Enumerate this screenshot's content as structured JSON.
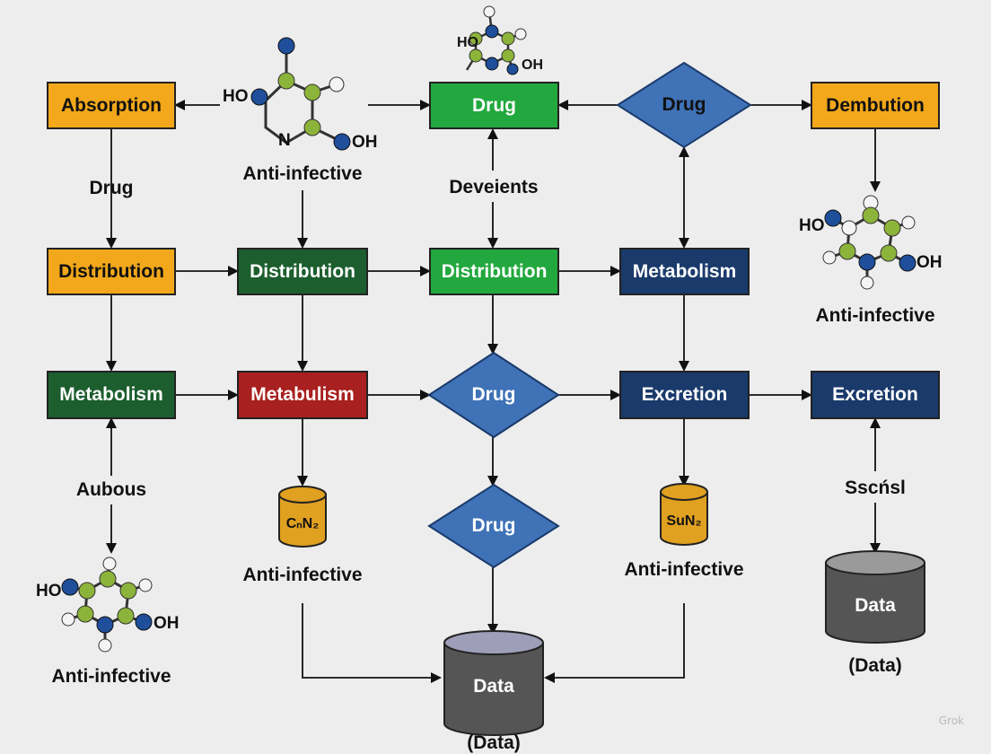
{
  "boxes": {
    "absorption": {
      "label": "Absorption",
      "color": "#f2a81a",
      "text_color": "#111111"
    },
    "drug_top": {
      "label": "Drug",
      "color": "#22a83e",
      "text_color": "#ffffff"
    },
    "dembution": {
      "label": "Dembution",
      "color": "#f2a81a",
      "text_color": "#111111"
    },
    "distribution_1": {
      "label": "Distribution",
      "color": "#f2a81a",
      "text_color": "#111111"
    },
    "distribution_2": {
      "label": "Distribution",
      "color": "#1c5e2e",
      "text_color": "#ffffff"
    },
    "distribution_3": {
      "label": "Distribution",
      "color": "#22a83e",
      "text_color": "#ffffff"
    },
    "metabolism_r2": {
      "label": "Metabolism",
      "color": "#1a3a6b",
      "text_color": "#ffffff"
    },
    "metabolism_r3": {
      "label": "Metabolism",
      "color": "#1c5e2e",
      "text_color": "#ffffff"
    },
    "metabulism": {
      "label": "Metabulism",
      "color": "#a8201f",
      "text_color": "#ffffff"
    },
    "excretion_1": {
      "label": "Excretion",
      "color": "#1a3a6b",
      "text_color": "#ffffff"
    },
    "excretion_2": {
      "label": "Excretion",
      "color": "#1a3a6b",
      "text_color": "#ffffff"
    }
  },
  "diamonds": {
    "drug_a": {
      "label": "Drug",
      "color": "#3f72b6",
      "text_color": "#111111"
    },
    "drug_b": {
      "label": "Drug",
      "color": "#3f72b6",
      "text_color": "#ffffff"
    },
    "drug_c": {
      "label": "Drug",
      "color": "#3f72b6",
      "text_color": "#ffffff"
    }
  },
  "labels": {
    "drug_side": "Drug",
    "deveients": "Deveients",
    "aubous": "Aubous",
    "sscnsl": "Sscńsl",
    "anti_top": "Anti-infective",
    "anti_right": "Anti-infective",
    "anti_mid_left": "Anti-infective",
    "anti_mid_right": "Anti-infective",
    "anti_bottom_left": "Anti-infective",
    "data_paren_right": "(Data)",
    "data_paren_bottom": "(Data)"
  },
  "cylinders": {
    "cyl_c": {
      "label": "CₙN₂",
      "color": "#e0a020"
    },
    "cyl_s": {
      "label": "SuN₂",
      "color": "#e0a020"
    },
    "data_center": {
      "label": "Data",
      "color": "#555555"
    },
    "data_right": {
      "label": "Data",
      "color": "#555555"
    }
  },
  "molecules": {
    "top": {
      "ho": "HO",
      "n": "N",
      "oh": "OH"
    },
    "top_center": {
      "ho": "HO",
      "oh": "OH"
    },
    "right": {
      "ho": "HO",
      "oh": "OH"
    },
    "bottom_left": {
      "ho": "HO",
      "oh": "OH"
    }
  },
  "watermark": "Grok",
  "colors": {
    "arrow": "#111111",
    "atom_blue": "#1f4e9a",
    "atom_green": "#8cb33a",
    "atom_white": "#f4f4f4"
  }
}
